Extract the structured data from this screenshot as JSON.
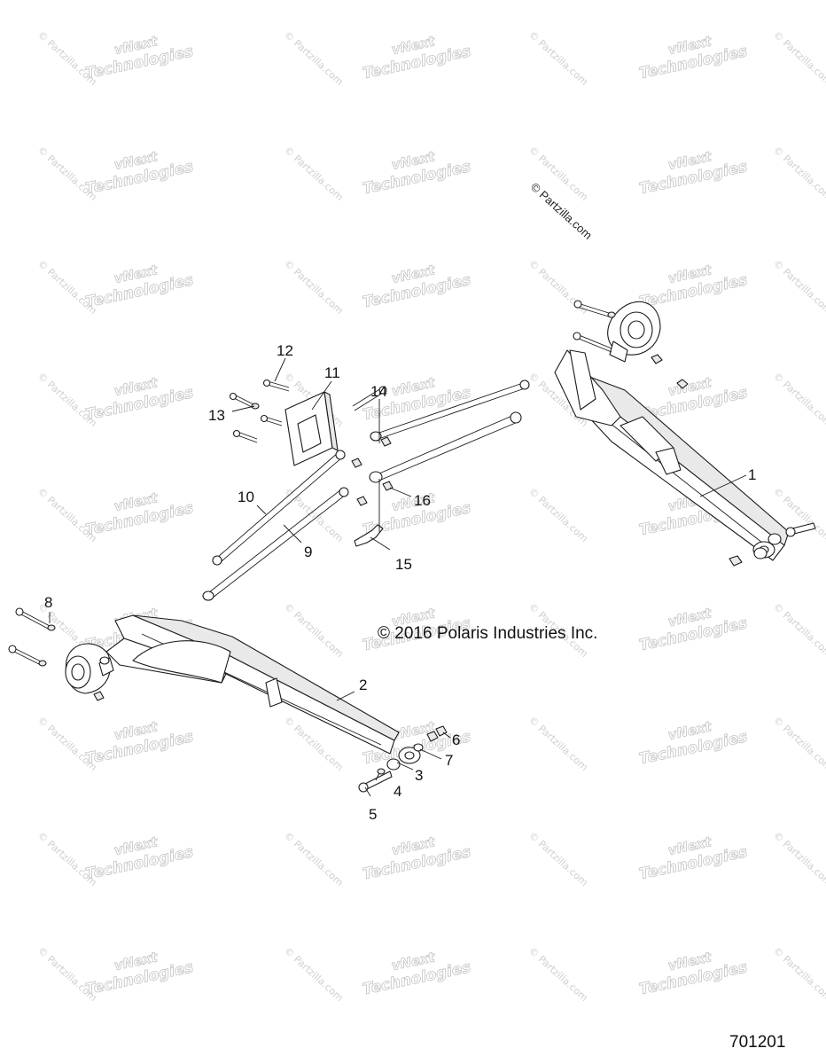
{
  "watermark": {
    "brand_line1": "vNext",
    "brand_line2": "Technologies",
    "site": "© Partzilla.com"
  },
  "labels": {
    "partzilla_tag": "© Partzilla.com",
    "copyright": "© 2016 Polaris Industries Inc.",
    "diagram_code": "701201"
  },
  "callouts": {
    "c1": "1",
    "c2": "2",
    "c3": "3",
    "c4": "4",
    "c5": "5",
    "c6": "6",
    "c7": "7",
    "c8": "8",
    "c9": "9",
    "c10": "10",
    "c11": "11",
    "c12": "12",
    "c13": "13",
    "c14": "14",
    "c15": "15",
    "c16": "16"
  }
}
